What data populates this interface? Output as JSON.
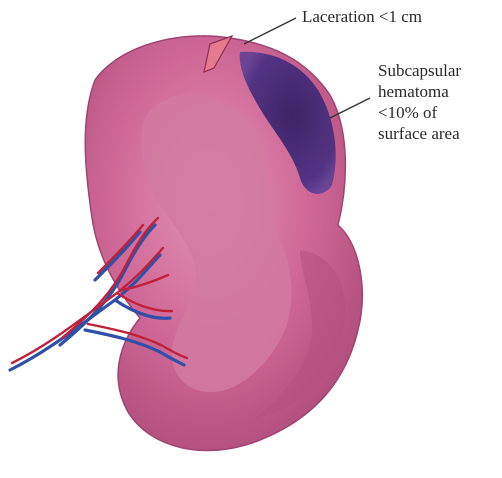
{
  "figure": {
    "labels": {
      "laceration": "Laceration <1 cm",
      "hematoma_line1": "Subcapsular",
      "hematoma_line2": "hematoma",
      "hematoma_line3": "<10% of",
      "hematoma_line4": "surface area"
    },
    "colors": {
      "organ": "#c85b8a",
      "organ_light": "#d97ba2",
      "organ_dark": "#a9476f",
      "hematoma": "#4a2c76",
      "artery": "#c0213a",
      "vein": "#2f4fa8",
      "leader_line": "#333333"
    }
  }
}
